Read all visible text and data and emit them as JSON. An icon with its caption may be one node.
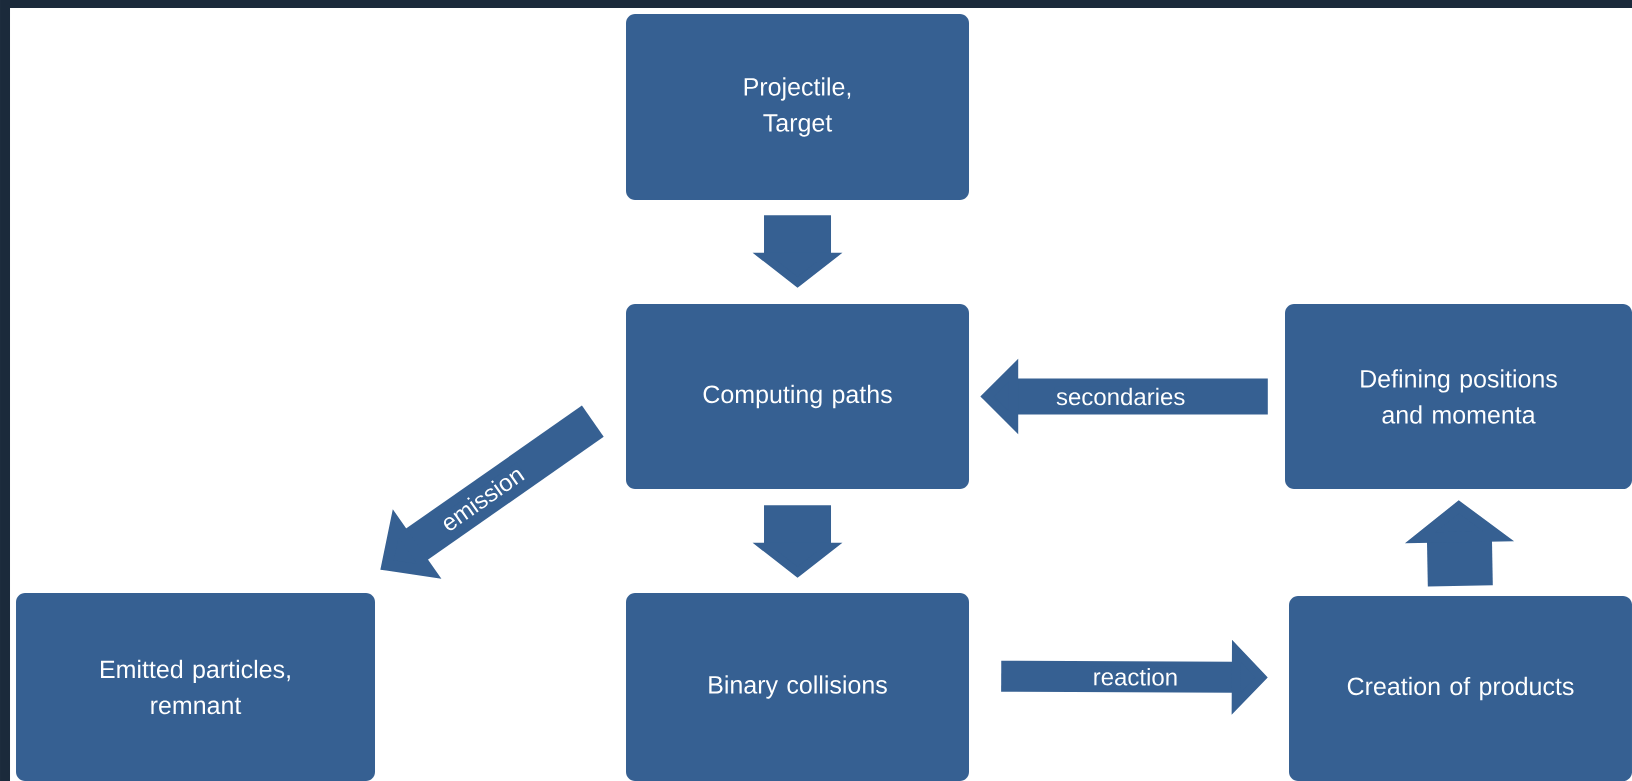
{
  "diagram": {
    "nodes": [
      {
        "text": [
          "Projectile, Target"
        ]
      },
      {
        "text": [
          "Computing paths"
        ]
      },
      {
        "text": [
          "Defining positions and momenta"
        ]
      },
      {
        "text": [
          "Emitted particles, remnant"
        ]
      },
      {
        "text": [
          "Binary collisions"
        ]
      },
      {
        "text": [
          "Creation of products"
        ]
      }
    ],
    "edges": [
      {
        "from": 0,
        "to": 1,
        "arrow": "to"
      },
      {
        "from": 1,
        "to": 4,
        "arrow": "to"
      },
      {
        "from": 4,
        "to": 5,
        "arrow": "to",
        "label": "reaction"
      },
      {
        "from": 5,
        "to": 2,
        "arrow": "to"
      },
      {
        "from": 2,
        "to": 1,
        "arrow": "to",
        "label": "secondaries"
      },
      {
        "from": 1,
        "to": 3,
        "arrow": "to",
        "label": "emission"
      }
    ]
  }
}
